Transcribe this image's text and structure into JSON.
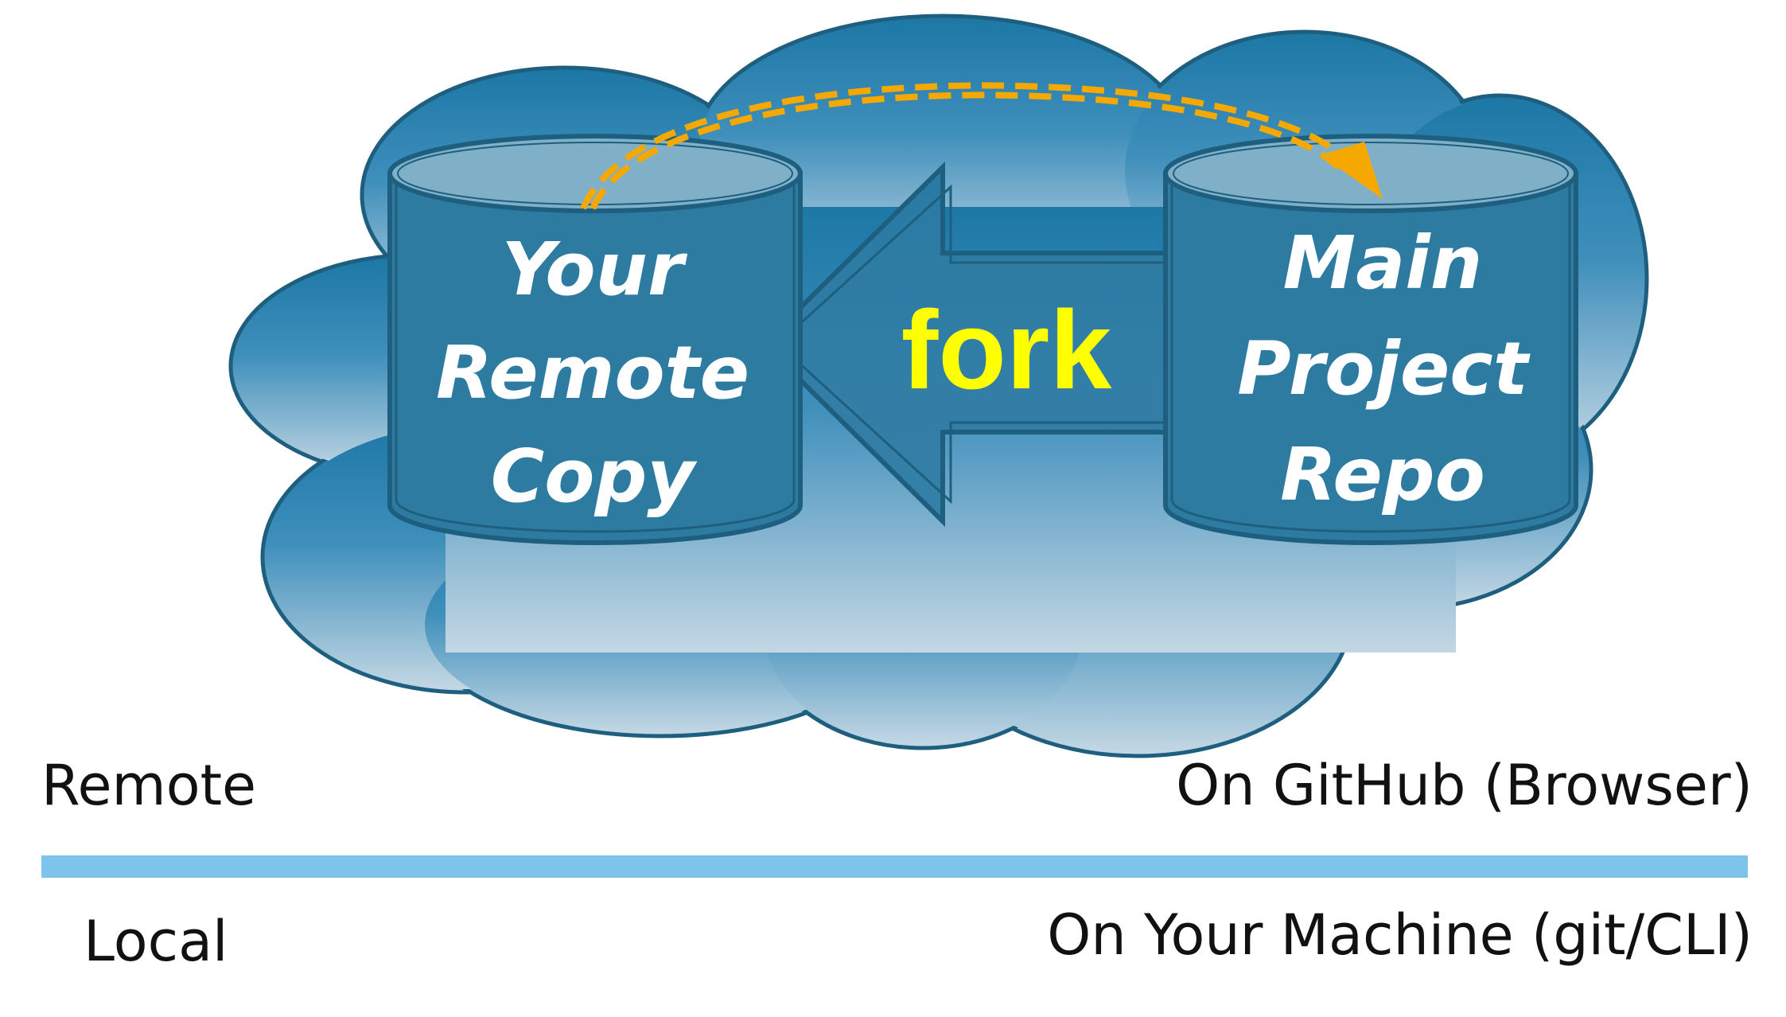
{
  "diagram": {
    "left_repo": {
      "lines": [
        "Your",
        "Remote",
        "Copy"
      ]
    },
    "right_repo": {
      "lines": [
        "Main",
        "Project",
        "Repo"
      ]
    },
    "arrow_label": "fork"
  },
  "rows": {
    "remote": {
      "label": "Remote",
      "description": "On GitHub (Browser)"
    },
    "local": {
      "label": "Local",
      "description": "On Your Machine (git/CLI)"
    }
  },
  "colors": {
    "cloud_top": "#1f7aa8",
    "cloud_bottom": "#b7d1e2",
    "repo_body": "#2e7ba1",
    "repo_top": "#7fb0c8",
    "outline": "#1e5f7f",
    "fork_text": "#ffff00",
    "dashed_arrow": "#f5a800",
    "divider": "#7cc4ec"
  }
}
